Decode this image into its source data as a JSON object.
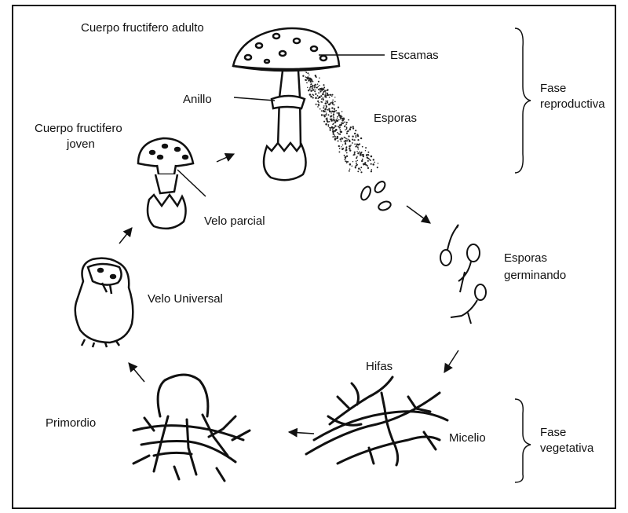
{
  "labels": {
    "adult_body": "Cuerpo fructifero adulto",
    "scales": "Escamas",
    "ring": "Anillo",
    "spores": "Esporas",
    "young_body_line1": "Cuerpo fructifero",
    "young_body_line2": "joven",
    "partial_veil": "Velo parcial",
    "universal_veil": "Velo Universal",
    "germinating_line1": "Esporas",
    "germinating_line2": "germinando",
    "hyphae": "Hifas",
    "mycelium": "Micelio",
    "primordium": "Primordio",
    "repro_phase_line1": "Fase",
    "repro_phase_line2": "reproductiva",
    "veg_phase_line1": "Fase",
    "veg_phase_line2": "vegetativa"
  },
  "colors": {
    "ink": "#111111",
    "background": "#ffffff"
  }
}
